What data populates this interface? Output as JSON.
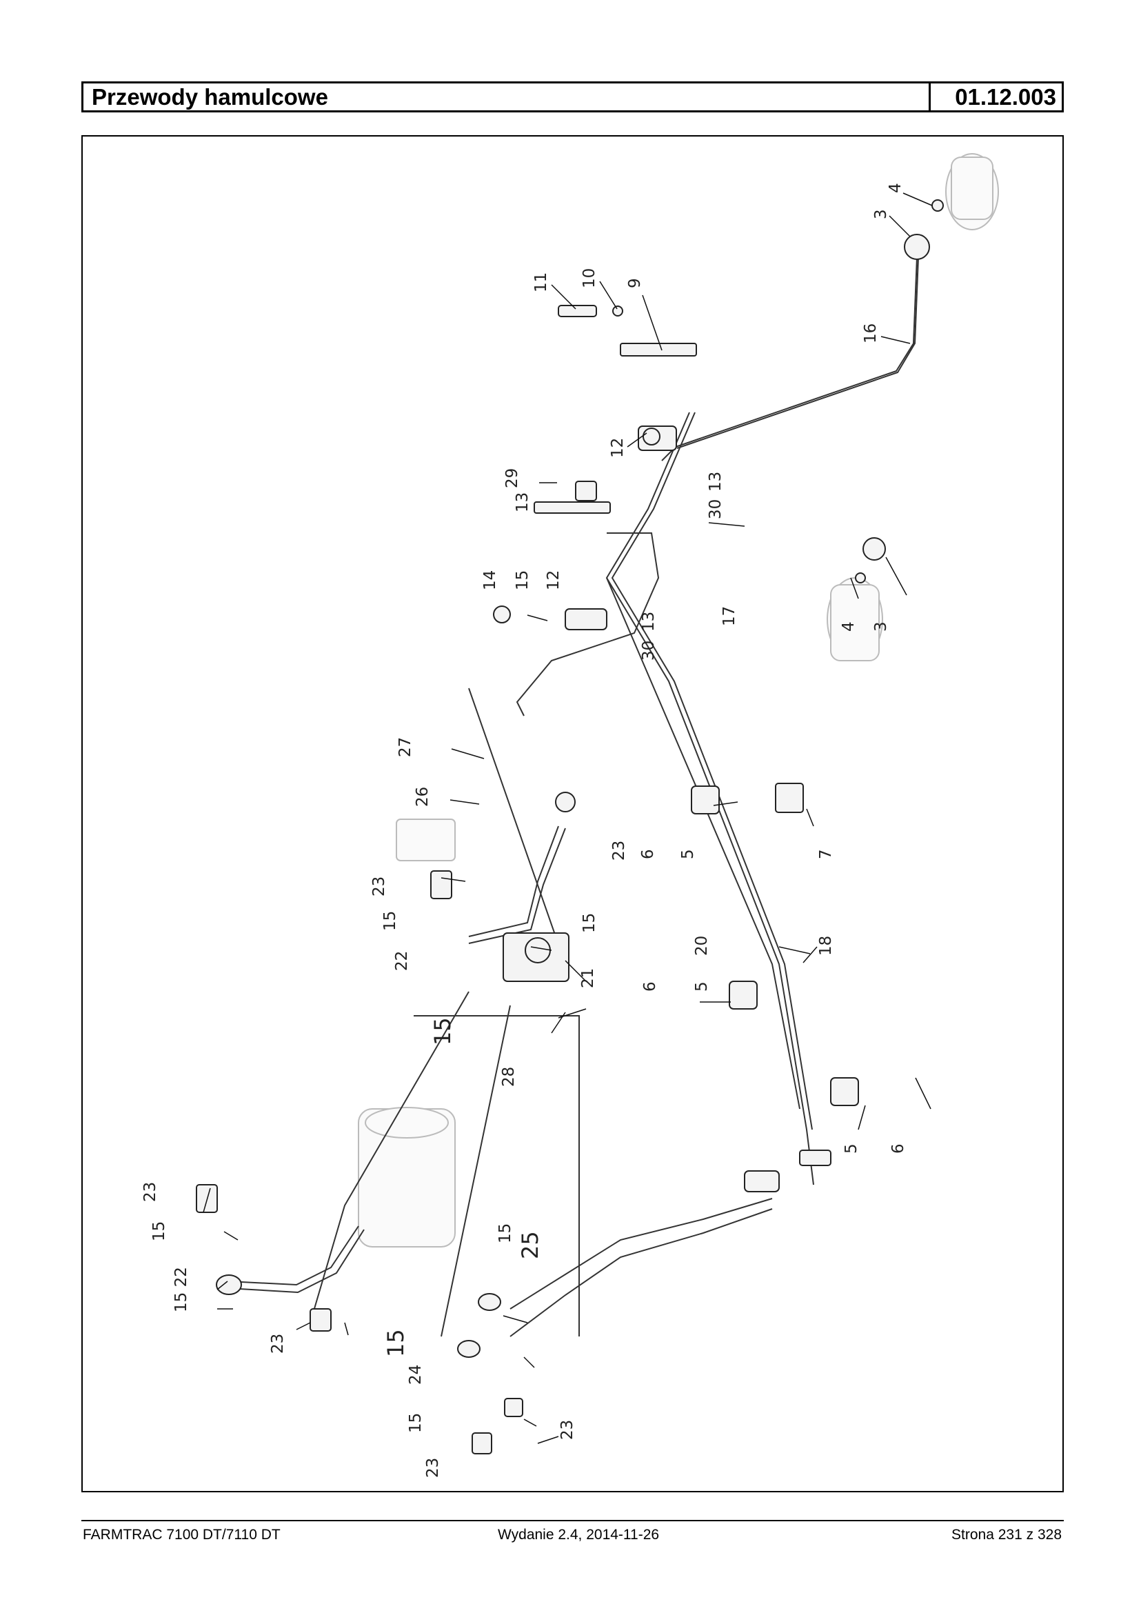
{
  "header": {
    "title": "Przewody hamulcowe",
    "code": "01.12.003"
  },
  "footer": {
    "model": "FARMTRAC 7100 DT/7110 DT",
    "edition": "Wydanie 2.4,  2014-11-26",
    "page": "Strona 231 z 328"
  },
  "callouts": {
    "c3a": "3",
    "c4a": "4",
    "c16": "16",
    "c11": "11",
    "c10": "10",
    "c9": "9",
    "c12a": "12",
    "c13a": "13",
    "c30a": "30",
    "c29": "29",
    "c13b": "13",
    "c14": "14",
    "c15a": "15",
    "c12b": "12",
    "c13c": "13",
    "c30b": "30",
    "c17": "17",
    "c4b": "4",
    "c3b": "3",
    "c27": "27",
    "c26": "26",
    "c23a": "23",
    "c6a": "6",
    "c5a": "5",
    "c7": "7",
    "c23b": "23",
    "c15b": "15",
    "c22a": "22",
    "c15c": "15",
    "c21": "21",
    "c20": "20",
    "c18": "18",
    "c6b": "6",
    "c5b": "5",
    "c15d": "15",
    "c28": "28",
    "c5c": "5",
    "c6c": "6",
    "c23c": "23",
    "c15e": "15",
    "c1522": "15 22",
    "c15f": "15",
    "c25": "25",
    "c23d": "23",
    "c15g": "15",
    "c24": "24",
    "c15h": "15",
    "c23e": "23",
    "c23f": "23"
  }
}
